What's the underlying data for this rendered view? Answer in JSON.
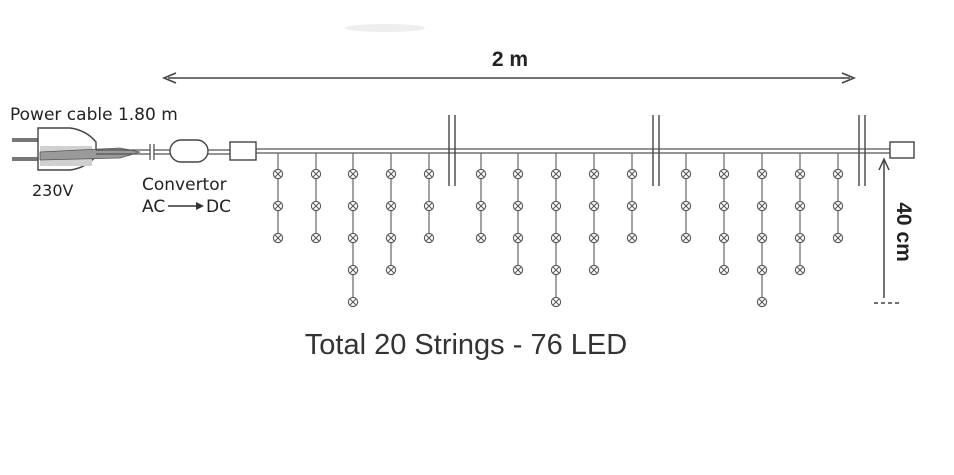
{
  "labels": {
    "power_cable": "Power cable 1.80 m",
    "voltage": "230V",
    "convertor": "Convertor",
    "ac": "AC",
    "dc": "DC",
    "width_dim": "2 m",
    "height_dim": "40 cm",
    "total": "Total 20 Strings - 76 LED"
  },
  "strings": {
    "count": 20,
    "total_leds": 76,
    "led_counts": [
      3,
      3,
      5,
      4,
      3,
      3,
      4,
      5,
      4,
      3,
      3,
      4,
      5,
      4,
      3
    ]
  },
  "colors": {
    "line": "#555555",
    "text": "#222222"
  }
}
